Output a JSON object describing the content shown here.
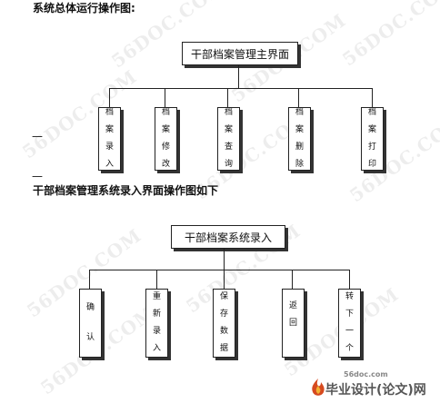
{
  "headings": {
    "top": "系统总体运行操作图:",
    "second": "干部档案管理系统录入界面操作图如下"
  },
  "dashes": [
    "—",
    "—"
  ],
  "diagram1": {
    "root": "干部档案管理主界面",
    "children": [
      [
        "档",
        "案",
        "录",
        "入"
      ],
      [
        "档",
        "案",
        "修",
        "改"
      ],
      [
        "档",
        "案",
        "查",
        "询"
      ],
      [
        "档",
        "案",
        "删",
        "除"
      ],
      [
        "档",
        "案",
        "打",
        "印"
      ]
    ]
  },
  "diagram2": {
    "root": "干部档案系统录入",
    "children": [
      [
        "确",
        "认"
      ],
      [
        "重",
        "新",
        "录",
        "入"
      ],
      [
        "保",
        "存",
        "数",
        "据"
      ],
      [
        "返",
        "回"
      ],
      [
        "转",
        "下",
        "一",
        "个"
      ]
    ]
  },
  "watermark": "56DOC.COM",
  "logo": {
    "site": "56doc.com",
    "text": "毕业设计(论文)网"
  },
  "colors": {
    "line": "#222222",
    "watermark": "#e8e8e8",
    "logo_text": "#555555"
  }
}
